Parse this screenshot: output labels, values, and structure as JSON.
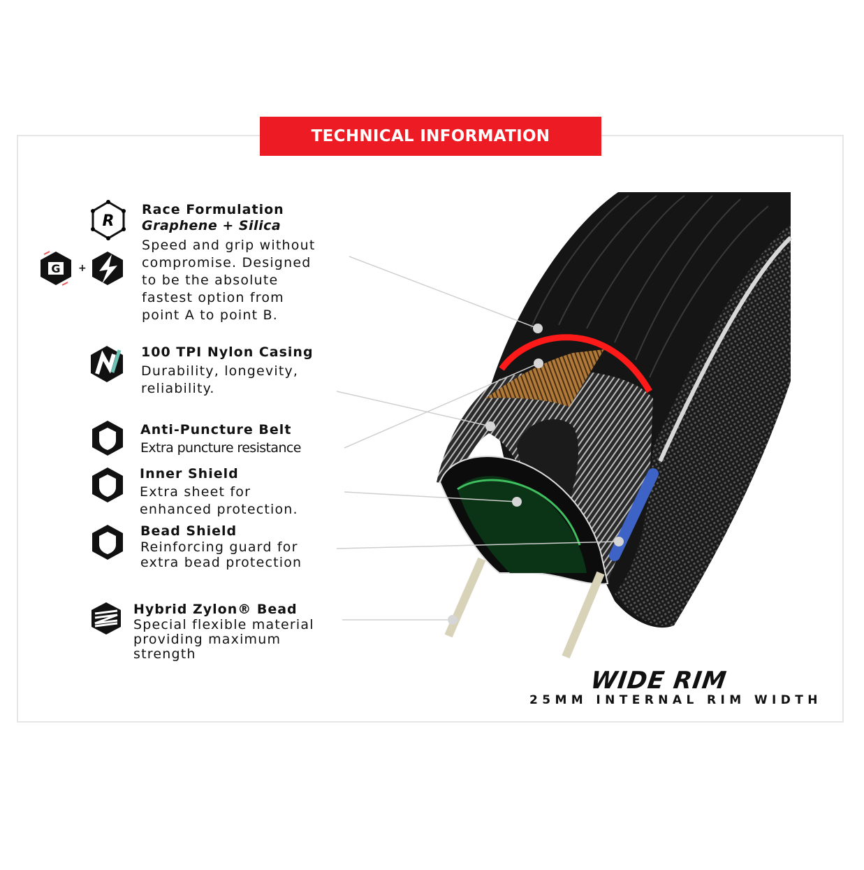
{
  "banner": {
    "title": "TECHNICAL INFORMATION",
    "color": "#ed1c24"
  },
  "features": [
    {
      "title": "Race Formulation",
      "subtitle": "Graphene + Silica",
      "description": "Speed and grip without\ncompromise. Designed\nto be the absolute\nfastest option from\npoint A to point B.",
      "icons": [
        "race-formulation-icon",
        "graphene-icon",
        "silica-icon"
      ],
      "plus": "+"
    },
    {
      "title": "100 TPI Nylon Casing",
      "description": "Durability, longevity,\nreliability.",
      "icons": [
        "nylon-casing-icon"
      ]
    },
    {
      "title": "Anti-Puncture Belt",
      "description": "Extra puncture resistance",
      "icons": [
        "shield-icon"
      ]
    },
    {
      "title": "Inner Shield",
      "description": "Extra sheet for\nenhanced protection.",
      "icons": [
        "shield-icon"
      ]
    },
    {
      "title": "Bead Shield",
      "description": "Reinforcing guard for\nextra bead protection",
      "icons": [
        "shield-icon"
      ]
    },
    {
      "title": "Hybrid Zylon® Bead",
      "description": "Special flexible material\nproviding maximum\nstrength",
      "icons": [
        "zylon-bead-icon"
      ]
    }
  ],
  "footer": {
    "headline": "WIDE RIM",
    "subline": "25MM INTERNAL RIM WIDTH"
  }
}
